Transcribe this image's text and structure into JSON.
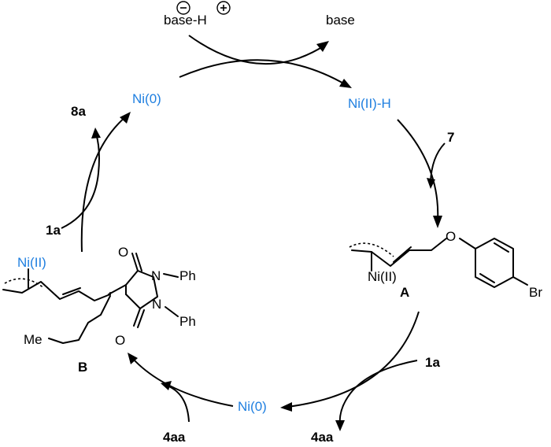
{
  "labels": {
    "base_h": "base-H",
    "base": "base",
    "minus_sign": "−",
    "plus_sign": "+",
    "ni0_top": "Ni(0)",
    "ni_h": "Ni(II)-H",
    "reagent_7": "7",
    "product_8a": "8a",
    "reagent_1a_left": "1a",
    "reagent_1a_right": "1a",
    "ni0_bottom": "Ni(0)",
    "product_4aa_left": "4aa",
    "product_4aa_right": "4aa",
    "intermediate_A": "A",
    "intermediate_B": "B",
    "ni_ii_A": "Ni(II)",
    "ni_ii_B": "Ni(II)",
    "br": "Br",
    "o_ether": "O",
    "o_carbonyl_top": "O",
    "o_carbonyl_bottom": "O",
    "n_top": "N",
    "n_bottom": "N",
    "ph_top": "Ph",
    "ph_bottom": "Ph",
    "me": "Me"
  },
  "colors": {
    "nickel_species": "#1f7fe0",
    "structure": "#000000"
  }
}
